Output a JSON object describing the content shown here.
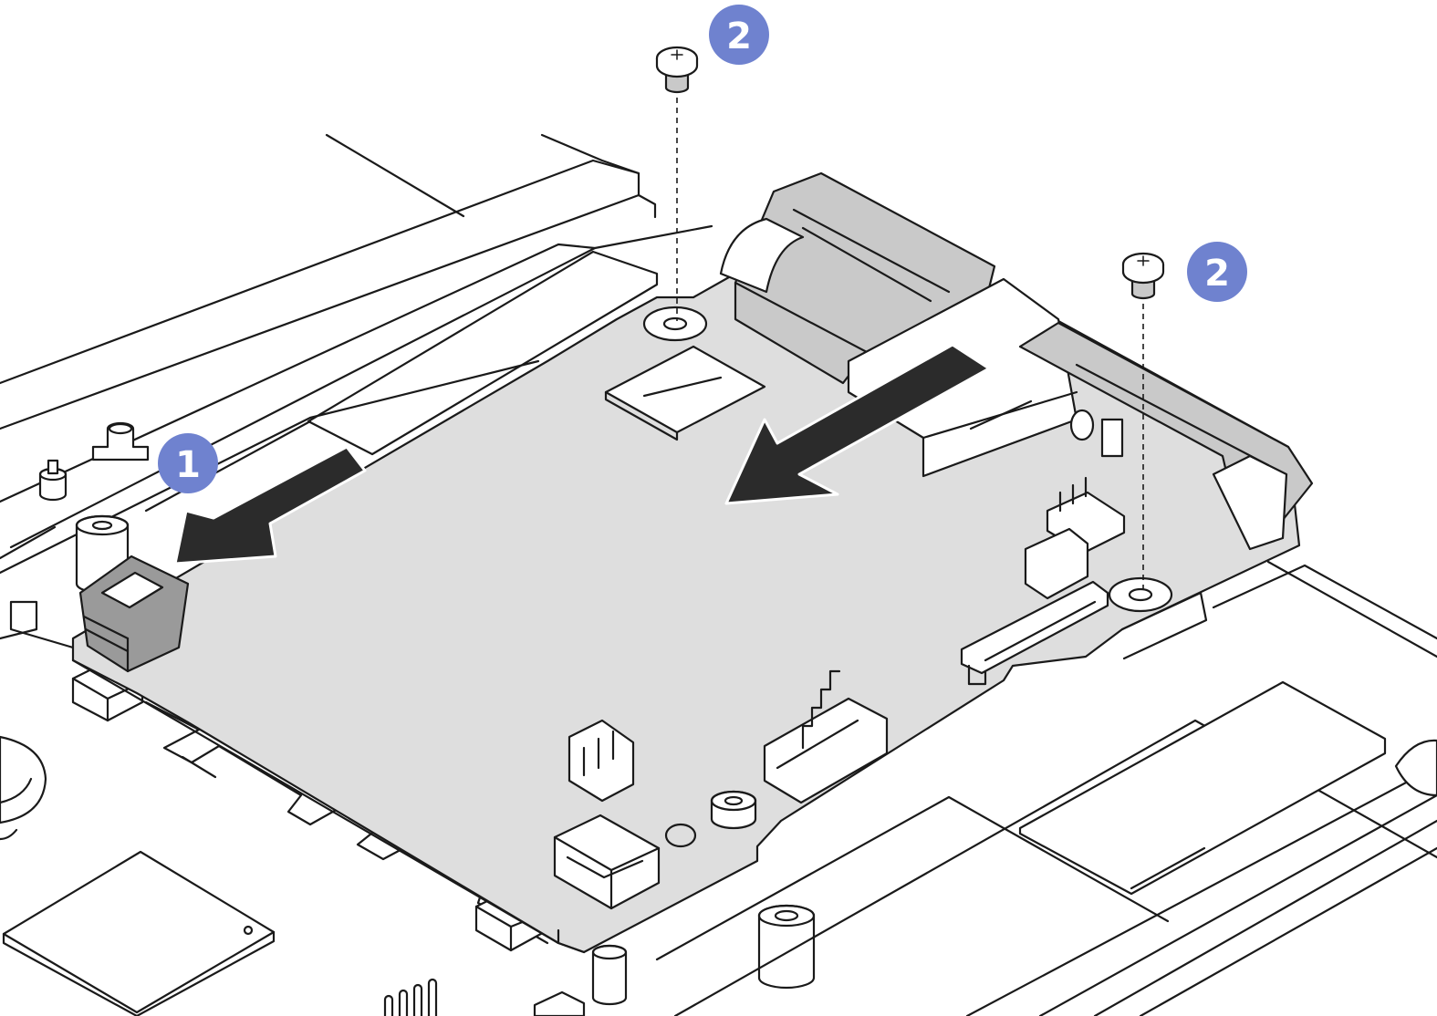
{
  "figure": {
    "callouts": [
      {
        "number": "1",
        "meaning": "slide"
      },
      {
        "number": "2",
        "meaning": "screw"
      },
      {
        "number": "2",
        "meaning": "screw"
      }
    ],
    "colors": {
      "callout_fill": "#6f82cf",
      "callout_text": "#ffffff",
      "board_fill": "#dedede",
      "arrow_fill": "#2b2b2b",
      "outline": "#1a1a1a"
    },
    "icons": [
      "screw-icon",
      "direction-arrow-icon",
      "callout-badge-icon"
    ]
  }
}
